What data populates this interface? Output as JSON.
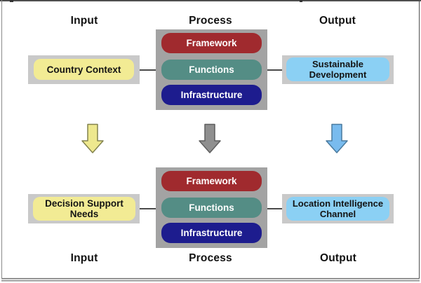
{
  "headers_top": {
    "input": "Input",
    "process": "Process",
    "output": "Output"
  },
  "headers_bottom": {
    "input": "Input",
    "process": "Process",
    "output": "Output"
  },
  "top_row": {
    "input_label": "Country Context",
    "process_items": [
      {
        "label": "Framework"
      },
      {
        "label": "Functions"
      },
      {
        "label": "Infrastructure"
      }
    ],
    "output_label": "Sustainable Development"
  },
  "bottom_row": {
    "input_label": "Decision Support Needs",
    "process_items": [
      {
        "label": "Framework"
      },
      {
        "label": "Functions"
      },
      {
        "label": "Infrastructure"
      }
    ],
    "output_label": "Location Intelligence Channel"
  },
  "arrows": [
    {
      "name": "input-flow-arrow",
      "fill": "#eee88e",
      "stroke": "#82824e"
    },
    {
      "name": "process-flow-arrow",
      "fill": "#8f8f8f",
      "stroke": "#5f5f5f"
    },
    {
      "name": "output-flow-arrow",
      "fill": "#79bbee",
      "stroke": "#4a7a9e"
    }
  ],
  "colors": {
    "backing_gray": "#c9c9c9",
    "process_container_gray": "#a3a3a3",
    "input_yellow": "#f2eb94",
    "output_blue": "#8bd0f4",
    "framework_red": "#a02a2e",
    "functions_teal": "#548d85",
    "infrastructure_navy": "#1d1c8e",
    "connector_line": "#4a4a4a",
    "frame_border": "#4f4f4f"
  }
}
